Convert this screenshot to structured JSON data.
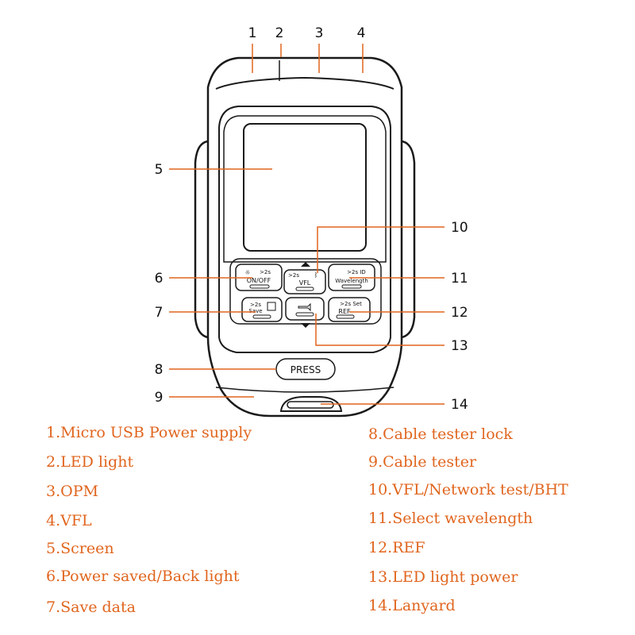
{
  "callouts": [
    "1",
    "2",
    "3",
    "4",
    "5",
    "6",
    "7",
    "8",
    "9",
    "10",
    "11",
    "12",
    "13",
    "14"
  ],
  "device": {
    "press_label": "PRESS",
    "buttons": {
      "onoff_top": ">2s",
      "onoff_main": "ON/OFF",
      "vfl_top": ">2s",
      "vfl_main": "VFL",
      "wavelength_top": ">2s ID",
      "wavelength_main": "Wavelength",
      "save_top": ">2s",
      "save_main": "Save",
      "ref_top": ">2s Set",
      "ref_main": "REF"
    }
  },
  "legend": {
    "left": [
      "1.Micro USB Power supply",
      "2.LED light",
      "3.OPM",
      "4.VFL",
      "5.Screen",
      "6.Power saved/Back light",
      "7.Save data"
    ],
    "right": [
      "8.Cable tester lock",
      "9.Cable tester",
      "10.VFL/Network test/BHT",
      "11.Select wavelength",
      "12.REF",
      "13.LED light power",
      "14.Lanyard"
    ]
  },
  "colors": {
    "legend_text": "#e0651e",
    "outline": "#1a1a1a",
    "device_fill": "#ffffff"
  }
}
